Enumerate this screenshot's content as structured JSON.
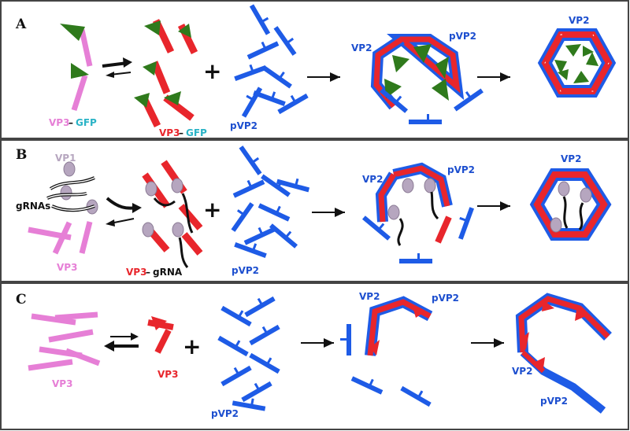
{
  "panels": [
    {
      "letter": "A",
      "labels": {
        "vp3": "VP3",
        "gfp": "GFP",
        "vp3_complex": "VP3",
        "complex_suffix": "GFP",
        "pvp2": "pVP2",
        "vp2_left": "VP2",
        "pvp2_right": "pVP2",
        "vp2_final": "VP2"
      }
    },
    {
      "letter": "B",
      "labels": {
        "vp1": "VP1",
        "grnas": "gRNAs",
        "vp3": "VP3",
        "vp3_complex": "VP3",
        "complex_suffix": "gRNA",
        "pvp2": "pVP2",
        "vp2_left": "VP2",
        "pvp2_right": "pVP2",
        "vp2_final": "VP2"
      }
    },
    {
      "letter": "C",
      "labels": {
        "vp3": "VP3",
        "vp3_red": "VP3",
        "pvp2": "pVP2",
        "vp2_mid": "VP2",
        "pvp2_mid": "pVP2",
        "vp2_final": "VP2",
        "pvp2_final": "pVP2"
      }
    }
  ],
  "symbols": {
    "plus": "+",
    "dash": "–"
  },
  "colors": {
    "vp3_pink": "#e67fd6",
    "vp3_red": "#e8262c",
    "vp2_blue": "#1e5be6",
    "gfp_green": "#2f7a1c",
    "gfp_text": "#2ab3c6",
    "vp1_gray": "#b6a6bf",
    "label_blue": "#1d4fcf",
    "border": "#444444"
  }
}
